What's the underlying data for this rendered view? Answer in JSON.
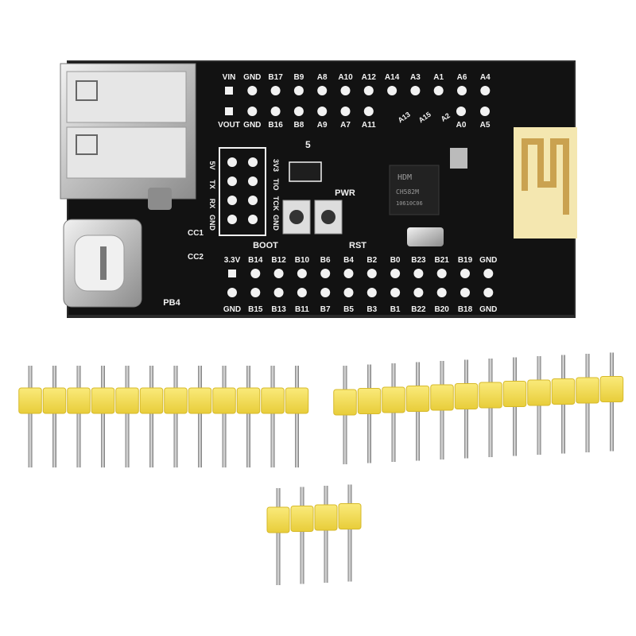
{
  "board": {
    "top_labels": [
      "VIN",
      "GND",
      "B17",
      "B9",
      "A8",
      "A10",
      "A12",
      "A14",
      "A3",
      "A1",
      "A6",
      "A4"
    ],
    "mid_labels": [
      "VOUT",
      "GND",
      "B16",
      "B8",
      "A9",
      "A7",
      "A11"
    ],
    "diag_labels": [
      "A13",
      "A15",
      "A2"
    ],
    "mid_right_labels": [
      "A0",
      "A5"
    ],
    "bottom_top_labels": [
      "3.3V",
      "B14",
      "B12",
      "B10",
      "B6",
      "B4",
      "B2",
      "B0",
      "B23",
      "B21",
      "B19",
      "GND"
    ],
    "bottom_labels": [
      "GND",
      "B15",
      "B13",
      "B11",
      "B7",
      "B5",
      "B3",
      "B1",
      "B22",
      "B20",
      "B18",
      "GND"
    ],
    "header_left_labels": [
      "5V",
      "TX",
      "RX",
      "GND"
    ],
    "header_right_labels": [
      "3V3",
      "TIO",
      "TCK",
      "GND"
    ],
    "button_labels": [
      "BOOT",
      "RST"
    ],
    "power_label": "PWR",
    "cc_labels": [
      "CC1",
      "CC2"
    ],
    "led_label": "PB4",
    "regulator_mark": "5",
    "chip_text": [
      "HDM",
      "CH582M",
      "10610C06"
    ]
  },
  "headers": {
    "left_strip_pins": 12,
    "right_strip_pins": 12,
    "small_strip_pins": 4
  },
  "colors": {
    "pcb": "#121212",
    "silkscreen": "#f2f2f2",
    "pin_header": "#f5e15a",
    "pin_metal": "#b8b8b8",
    "antenna": "#f4e7b0",
    "metal": "#d8d8d8"
  }
}
